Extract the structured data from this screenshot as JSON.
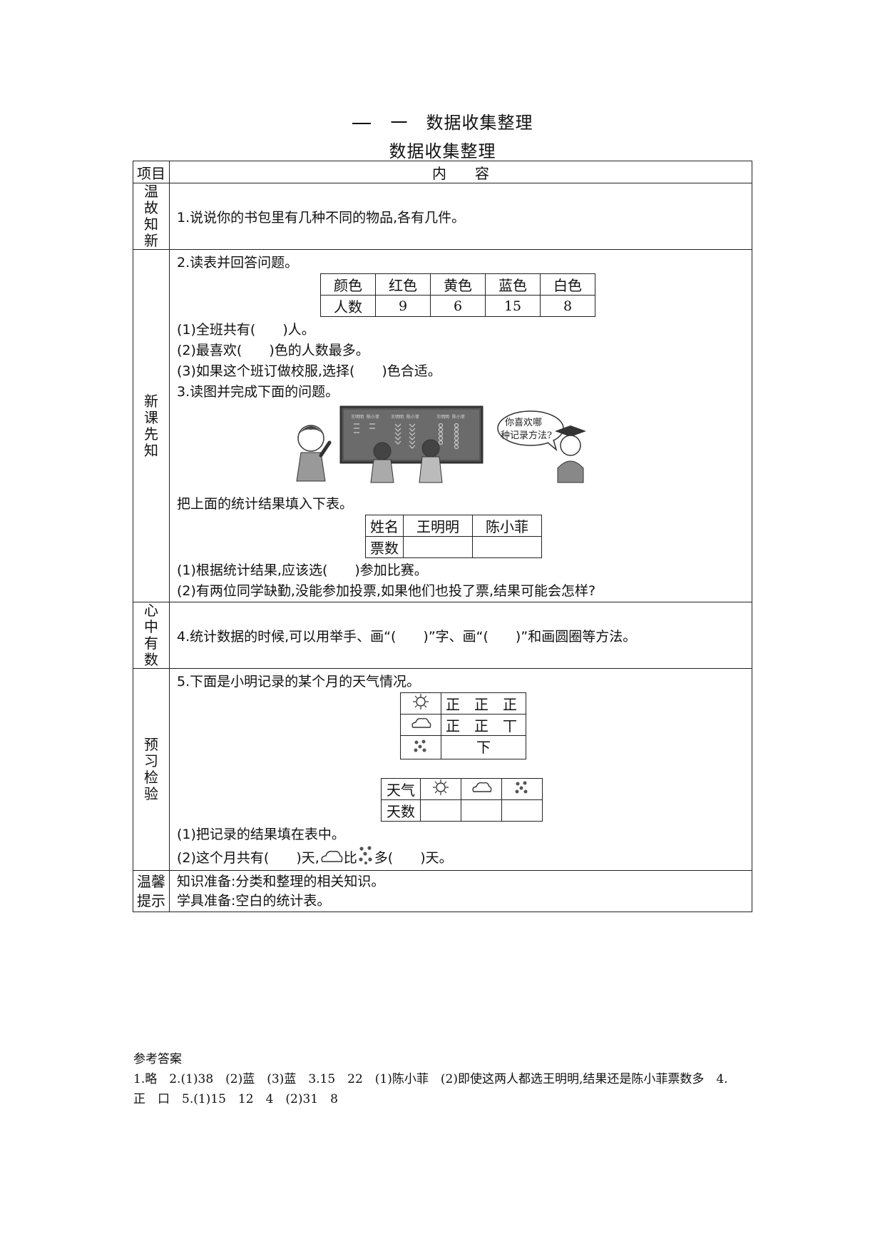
{
  "title": "一　数据收集整理",
  "subtitle": "数据收集整理",
  "header": {
    "col1": "项目",
    "col2": "内　　容"
  },
  "sections": {
    "s1": {
      "label": [
        "温",
        "故",
        "知",
        "新"
      ],
      "q1": "1.说说你的书包里有几种不同的物品,各有几件。"
    },
    "s2": {
      "label": [
        "新",
        "课",
        "先",
        "知"
      ],
      "q2": "2.读表并回答问题。",
      "color_table": {
        "head": [
          "颜色",
          "红色",
          "黄色",
          "蓝色",
          "白色"
        ],
        "row": [
          "人数",
          "9",
          "6",
          "15",
          "8"
        ]
      },
      "q2_1": "(1)全班共有(　　)人。",
      "q2_2": "(2)最喜欢(　　)色的人数最多。",
      "q2_3": "(3)如果这个班订做校服,选择(　　)色合适。",
      "q3": "3.读图并完成下面的问题。",
      "board_names": [
        "王明明",
        "陈小菲",
        "王明明",
        "陈小菲",
        "王明明",
        "陈小菲"
      ],
      "bubble_text": [
        "你喜欢哪",
        "种记录方法?"
      ],
      "q3_fill": "把上面的统计结果填入下表。",
      "vote_table": {
        "head": [
          "姓名",
          "王明明",
          "陈小菲"
        ],
        "row": [
          "票数",
          "",
          ""
        ]
      },
      "q3_1": "(1)根据统计结果,应该选(　　)参加比赛。",
      "q3_2": "(2)有两位同学缺勤,没能参加投票,如果他们也投了票,结果可能会怎样?"
    },
    "s3": {
      "label": [
        "心",
        "中",
        "有",
        "数"
      ],
      "q4": "4.统计数据的时候,可以用举手、画“(　　)”字、画“(　　)”和画圆圈等方法。"
    },
    "s4": {
      "label": [
        "预",
        "习",
        "检",
        "验"
      ],
      "q5": "5.下面是小明记录的某个月的天气情况。",
      "tally": {
        "sunny": [
          "正",
          "正",
          "正"
        ],
        "cloudy": [
          "正",
          "正",
          "丅"
        ],
        "snow": [
          "下"
        ]
      },
      "weather_table": {
        "row1_label": "天气",
        "row2_label": "天数"
      },
      "q5_1": "(1)把记录的结果填在表中。",
      "q5_2_a": "(2)这个月共有(　　)天,",
      "q5_2_b": "比",
      "q5_2_c": "多(　　)天。"
    },
    "s5": {
      "label": [
        "温馨",
        "提示"
      ],
      "tip1": "知识准备:分类和整理的相关知识。",
      "tip2": "学具准备:空白的统计表。"
    }
  },
  "answers": {
    "heading": "参考答案",
    "line1": "1.略　2.(1)38　(2)蓝　(3)蓝　3.15　22　(1)陈小菲　(2)即使这两人都选王明明,结果还是陈小菲票数多　4.",
    "line2_a": "正　",
    "line2_b": "口",
    "line2_c": "　5.(1)15　12　4　(2)31　8"
  }
}
